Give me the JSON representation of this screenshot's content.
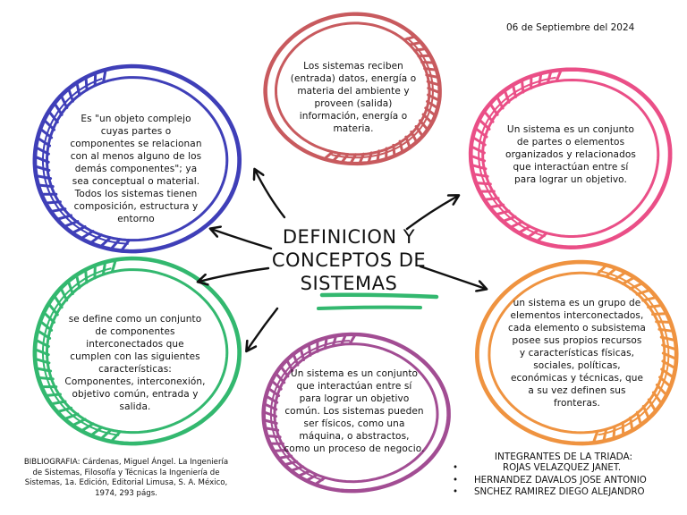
{
  "date": "06 de Septiembre del 2024",
  "title": {
    "line1": "DEFINICION Y",
    "line2": "CONCEPTOS DE",
    "line3": "SISTEMAS"
  },
  "nodes": [
    {
      "id": "top",
      "color": "#c85a5e",
      "lines": [
        "Los sistemas reciben",
        "(entrada) datos, energía o",
        "materia del ambiente y",
        "proveen (salida)",
        "información, energía o",
        "materia."
      ]
    },
    {
      "id": "top-left",
      "color": "#3f3fb8",
      "lines": [
        "Es \"un objeto complejo",
        "cuyas partes o",
        "componentes se relacionan",
        "con al menos alguno de los",
        "demás componentes\"; ya",
        "sea conceptual o material.",
        "Todos los sistemas tienen",
        "composición, estructura y",
        "entorno"
      ]
    },
    {
      "id": "top-right",
      "color": "#ea4f87",
      "lines": [
        "Un sistema es un conjunto",
        "de partes o elementos",
        "organizados y relacionados",
        "que interactúan entre sí",
        "para lograr un objetivo."
      ]
    },
    {
      "id": "bottom-left",
      "color": "#33b86f",
      "lines": [
        "se define como un conjunto",
        "de componentes",
        "interconectados que",
        "cumplen con las siguientes",
        "características:",
        "Componentes, interconexión,",
        "objetivo común, entrada y",
        "salida."
      ]
    },
    {
      "id": "bottom",
      "color": "#a24d93",
      "lines": [
        "Un sistema es un conjunto",
        "que interactúan entre sí",
        "para lograr un objetivo",
        "común. Los sistemas pueden",
        "ser físicos, como una",
        "máquina, o abstractos,",
        "como un proceso de negocio."
      ]
    },
    {
      "id": "bottom-right",
      "color": "#ef9340",
      "lines": [
        "un sistema es un grupo de",
        "elementos interconectados,",
        "cada elemento o subsistema",
        "posee sus propios recursos",
        "y características físicas,",
        "sociales, políticas,",
        "económicas y técnicas, que",
        "a su vez definen sus",
        "fronteras."
      ]
    }
  ],
  "bibliography": "BIBLIOGRAFIA: Cárdenas, Miguel Ángel. La Ingeniería de Sistemas, Filosofía y Técnicas la Ingeniería de Sistemas, 1a. Edición, Editorial Limusa, S. A. México, 1974, 293 págs.",
  "team": {
    "heading": "INTEGRANTES DE LA TRIADA:",
    "members": [
      "ROJAS VELAZQUEZ JANET.",
      "HERNANDEZ DAVALOS JOSE ANTONIO",
      "SNCHEZ RAMIREZ DIEGO ALEJANDRO"
    ]
  },
  "colors": {
    "arrow": "#111111",
    "underline": "#33b86f"
  }
}
